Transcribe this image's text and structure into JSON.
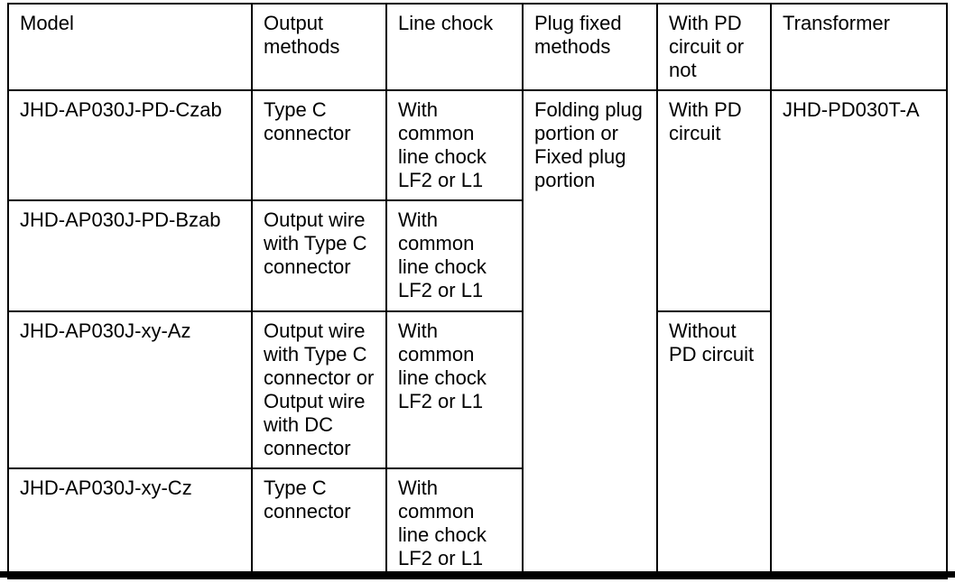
{
  "table": {
    "headers": {
      "model": "Model",
      "output_methods": "Output\nmethods",
      "line_chock": "Line chock",
      "plug_fixed": "Plug fixed\nmethods",
      "pd_circuit": "With PD\ncircuit or\nnot",
      "transformer": "Transformer"
    },
    "rows": [
      {
        "model": "JHD-AP030J-PD-Czab",
        "output": "Type C\nconnector",
        "chock": "With\ncommon\nline chock\nLF2 or L1"
      },
      {
        "model": "JHD-AP030J-PD-Bzab",
        "output": "Output wire\nwith Type C\nconnector",
        "chock": "With\ncommon\nline chock\nLF2 or L1"
      },
      {
        "model": "JHD-AP030J-xy-Az",
        "output": "Output wire\nwith Type C\nconnector or\nOutput wire\nwith DC\nconnector",
        "chock": "With\ncommon\nline chock\nLF2 or L1"
      },
      {
        "model": "JHD-AP030J-xy-Cz",
        "output": "Type C\nconnector",
        "chock": "With\ncommon\nline chock\nLF2 or L1"
      }
    ],
    "merged": {
      "plug_fixed": "Folding plug\nportion or\nFixed plug\nportion",
      "with_pd": "With PD\ncircuit",
      "without_pd": "Without\nPD circuit",
      "transformer": "JHD-PD030T-A"
    },
    "colors": {
      "border": "#000000",
      "text": "#000000",
      "background": "#ffffff"
    }
  }
}
